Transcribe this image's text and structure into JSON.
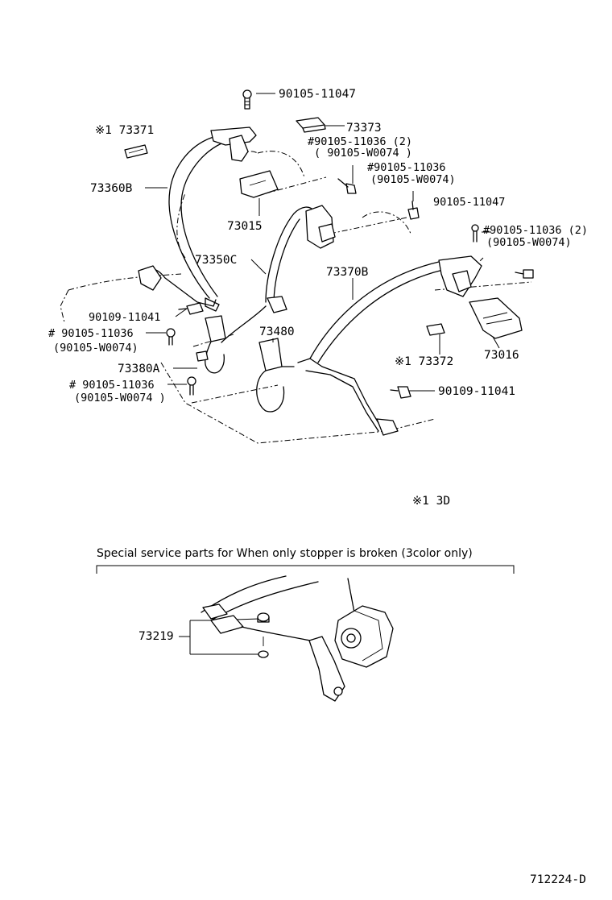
{
  "labels": {
    "p90105_11047_top": "90105-11047",
    "p173371": "※1 73371",
    "p73373": "73373",
    "p90105_11036_2_a": "#90105-11036 (2)",
    "p90105_w0074_a": "( 90105-W0074 )",
    "p90105_11036_b": "#90105-11036",
    "p90105_w0074_b": "(90105-W0074)",
    "p73360b": "73360B",
    "p73015": "73015",
    "p90105_11047_right": "90105-11047",
    "p90105_11036_2_c": "#90105-11036 (2)",
    "p90105_w0074_c": "(90105-W0074)",
    "p73350c": "73350C",
    "p73370b": "73370B",
    "p90109_11041_left": "90109-11041",
    "p90105_11036_d": "# 90105-11036",
    "p90105_w0074_d": "(90105-W0074)",
    "p73480": "73480",
    "p73016": "73016",
    "p173372": "※1 73372",
    "p73380a": "73380A",
    "p90105_11036_e": "# 90105-11036",
    "p90105_w0074_e": "(90105-W0074 )",
    "p90109_11041_right": "90109-11041",
    "note_3d": "※1 3D",
    "special_heading": "Special service parts for When only stopper is broken (3color only)",
    "p73219": "73219",
    "diagram_id": "712224-D"
  }
}
